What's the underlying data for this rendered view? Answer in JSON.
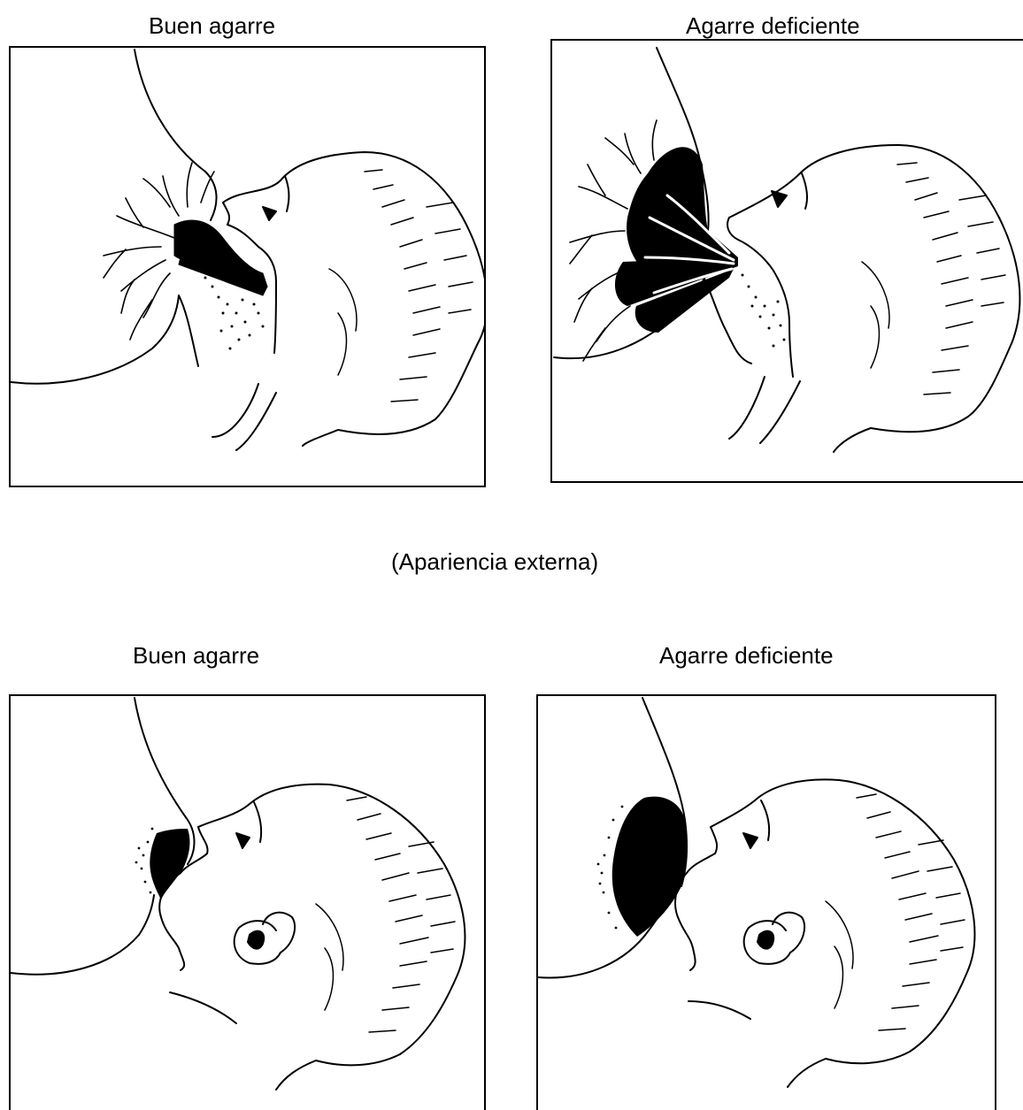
{
  "top_row": {
    "left_caption": "Buen agarre",
    "right_caption": "Agarre deficiente"
  },
  "section_caption": "(Apariencia externa)",
  "bottom_row": {
    "left_caption": "Buen agarre",
    "right_caption": "Agarre deficiente"
  }
}
